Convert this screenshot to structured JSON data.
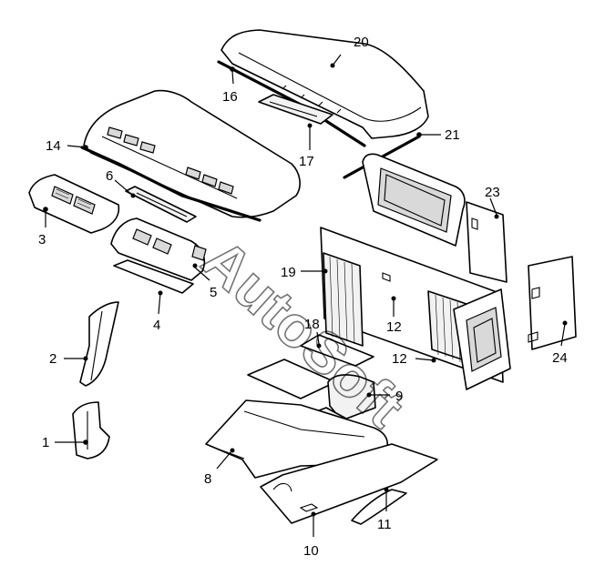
{
  "callouts": {
    "c1": "1",
    "c2": "2",
    "c3": "3",
    "c4": "4",
    "c5": "5",
    "c6": "6",
    "c8": "8",
    "c9": "9",
    "c10": "10",
    "c11": "11",
    "c12a": "12",
    "c12b": "12",
    "c14": "14",
    "c16": "16",
    "c17": "17",
    "c18": "18",
    "c19": "19",
    "c20": "20",
    "c21": "21",
    "c23": "23",
    "c24": "24"
  },
  "watermark": {
    "text": "AutoSoft"
  }
}
